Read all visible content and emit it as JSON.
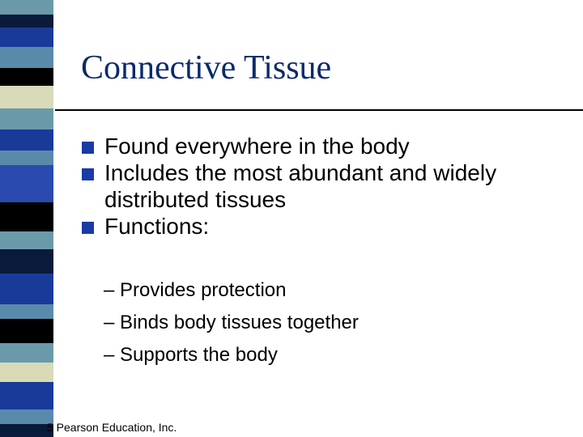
{
  "slide": {
    "title": "Connective Tissue",
    "bullets": [
      {
        "text": "Found everywhere in the body"
      },
      {
        "text": "Includes the most abundant and widely distributed tissues"
      },
      {
        "text": "Functions:"
      }
    ],
    "sub_bullets": [
      {
        "text": "Provides protection"
      },
      {
        "text": "Binds body tissues together"
      },
      {
        "text": "Supports the body"
      }
    ],
    "footer": "5 Pearson Education, Inc."
  },
  "colors": {
    "title": "#0a2a6a",
    "bullet_marker": "#1a3aa6",
    "strip_palette": [
      "#6a9aaa",
      "#0a1a3a",
      "#1a3a9a",
      "#5a8aaa",
      "#d8dab8",
      "#000000"
    ]
  },
  "icons": {
    "bullet_marker": "square-bullet-icon",
    "sub_bullet_marker": "en-dash"
  }
}
